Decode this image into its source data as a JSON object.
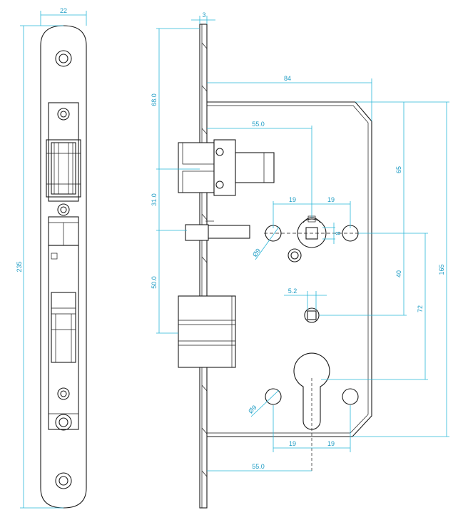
{
  "colors": {
    "line": "#1a1a1a",
    "dimension": "#29b6d8",
    "dimension_text": "#1e9cc4",
    "background": "#ffffff"
  },
  "faceplate": {
    "width": "22",
    "height": "235"
  },
  "side": {
    "thickness": "3"
  },
  "dims": {
    "body_width": "84",
    "backset_top": "55.0",
    "backset_bottom": "55.0",
    "latch_height": "68.0",
    "bolt_gap": "31.0",
    "deadbolt_height": "50.0",
    "upper_spacing_left": "19",
    "upper_spacing_right": "19",
    "lower_spacing_left": "19",
    "lower_spacing_right": "19",
    "hole_dia_upper": "Ø9",
    "hole_dia_lower": "Ø9",
    "spindle_size": "8",
    "small_square": "5.2",
    "right_65": "65",
    "right_40": "40",
    "right_72": "72",
    "right_165": "165"
  }
}
